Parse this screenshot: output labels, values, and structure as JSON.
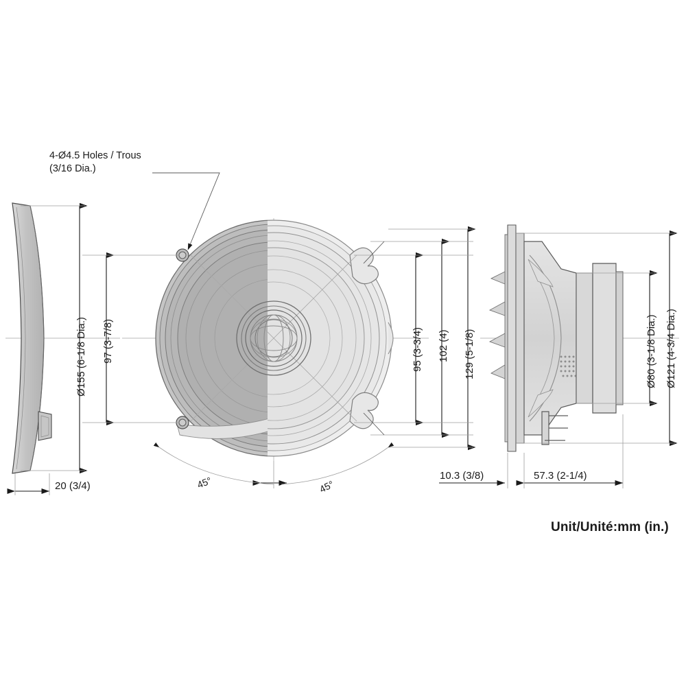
{
  "sheet": {
    "background": "#ffffff",
    "line_color": "#2b2b2b",
    "thin_line_color": "#9a9a9a",
    "fill_dark": "#b8b8b8",
    "fill_light": "#e9e9e9",
    "fill_mid": "#cfcfcf"
  },
  "annotations": {
    "hole_callout_line1": "4-Ø4.5 Holes / Trous",
    "hole_callout_line2": "(3/16 Dia.)",
    "unit_note": "Unit/Unité:mm (in.)"
  },
  "dimensions": {
    "grille_outer_dia": "Ø155 (6-1/8 Dia.)",
    "bolt_circle": "97 (3-7/8)",
    "cutout_95": "95 (3-3/4)",
    "cutout_102": "102 (4)",
    "overall_129": "129 (5-1/8)",
    "basket_dia_80": "Ø80 (3-1/8 Dia.)",
    "flange_dia_121": "Ø121 (4-3/4 Dia.)",
    "grille_depth": "20 (3/4)",
    "flange_depth": "10.3 (3/8)",
    "body_depth": "57.3 (2-1/4)",
    "angle_left": "45°",
    "angle_right": "45°"
  },
  "views": {
    "grille_profile": "grille-side-profile-view",
    "front": "speaker-front-view-split",
    "side_section": "speaker-side-profile-view"
  }
}
